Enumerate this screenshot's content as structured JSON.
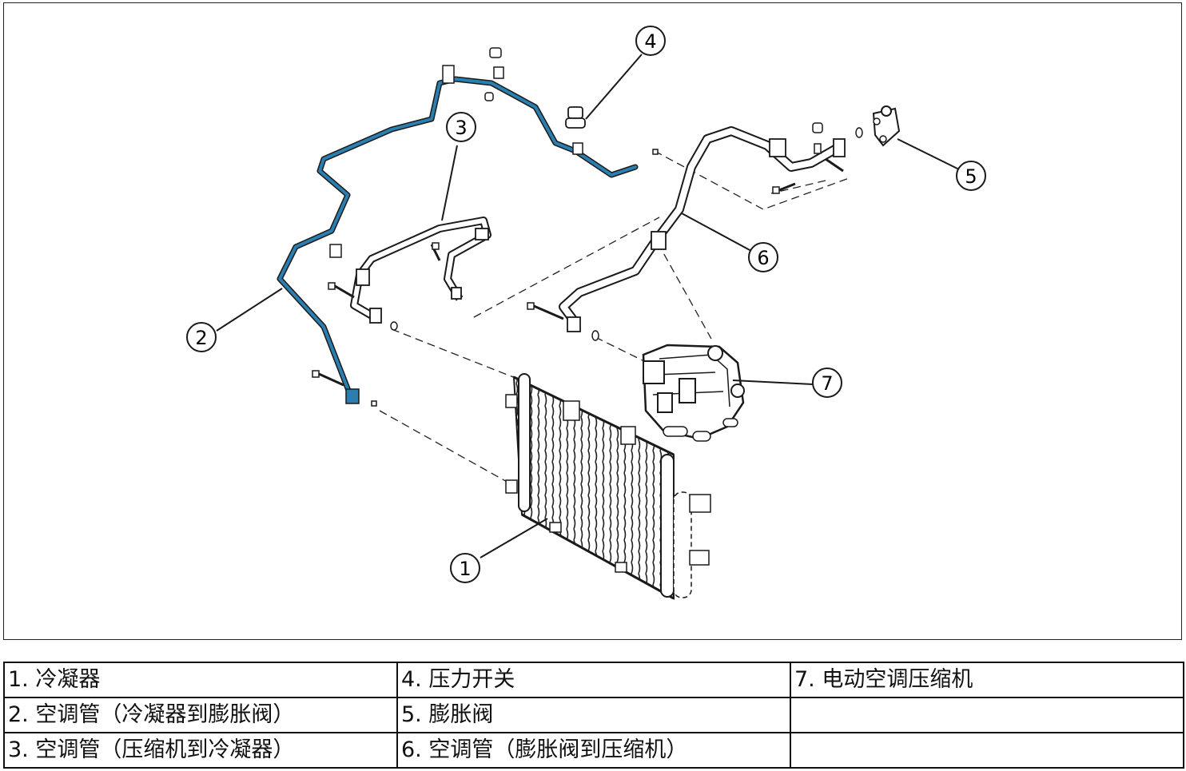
{
  "diagram": {
    "callouts": [
      {
        "id": "callout-1",
        "label": "1"
      },
      {
        "id": "callout-2",
        "label": "2"
      },
      {
        "id": "callout-3",
        "label": "3"
      },
      {
        "id": "callout-4",
        "label": "4"
      },
      {
        "id": "callout-5",
        "label": "5"
      },
      {
        "id": "callout-6",
        "label": "6"
      },
      {
        "id": "callout-7",
        "label": "7"
      }
    ],
    "colors": {
      "highlight_pipe": "#2a7fb0",
      "line": "#1a1a1a"
    }
  },
  "legend": {
    "rows": [
      [
        "1. 冷凝器",
        "4. 压力开关",
        "7. 电动空调压缩机"
      ],
      [
        "2. 空调管（冷凝器到膨胀阀）",
        "5. 膨胀阀",
        ""
      ],
      [
        "3. 空调管（压缩机到冷凝器）",
        "6. 空调管（膨胀阀到压缩机）",
        ""
      ]
    ]
  }
}
